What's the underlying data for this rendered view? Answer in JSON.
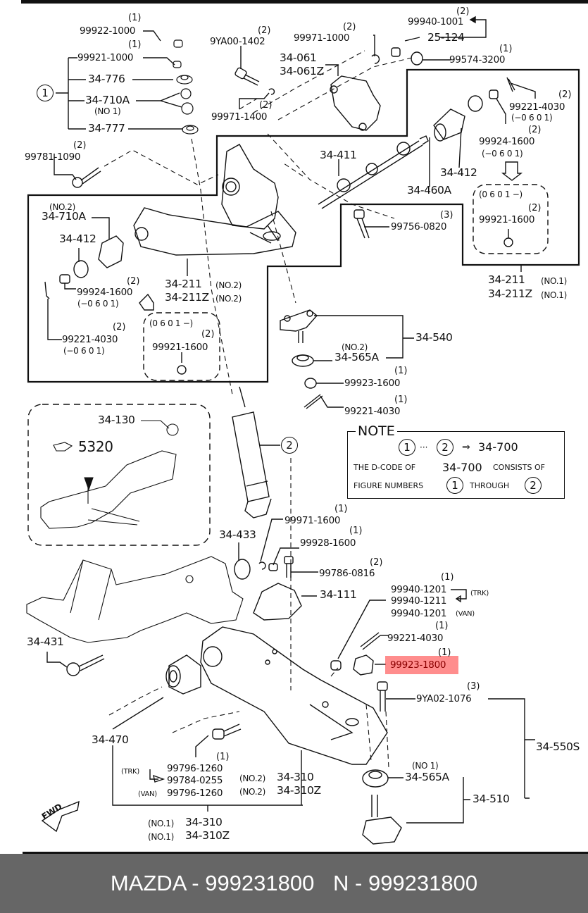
{
  "diagram": {
    "title": "Mazda front suspension parts diagram",
    "highlighted_part": "99923-1800",
    "highlight_color": "#ff5050",
    "labels": {
      "p99922_1000": "99922-1000",
      "q99922_1000": "(1)",
      "p99921_1000": "99921-1000",
      "q99921_1000": "(1)",
      "p34_776": "34-776",
      "p34_710a": "34-710A",
      "p34_710a_no": "(NO 1)",
      "p34_777": "34-777",
      "p99781_1090": "99781-1090",
      "q99781_1090": "(2)",
      "p9ya00_1402": "9YA00-1402",
      "q9ya00_1402": "(2)",
      "p99971_1400": "99971-1400",
      "q99971_1400": "(2)",
      "p99971_1000": "99971-1000",
      "q99971_1000": "(2)",
      "p34_061": "34-061",
      "p34_061z": "34-061Z",
      "p99940_1001": "99940-1001",
      "q99940_1001": "(2)",
      "p25_124": "25-124",
      "p99574_3200": "99574-3200",
      "q99574_3200": "(1)",
      "p99221_4030_r": "99221-4030",
      "q99221_4030_r": "(2)",
      "s99221_4030_r": "(−0 6 0 1)",
      "p99924_1600_r": "99924-1600",
      "q99924_1600_r": "(2)",
      "s99924_1600_r": "(−0 6 0 1)",
      "p34_411": "34-411",
      "p34_412_r": "34-412",
      "p34_460a": "34-460A",
      "box_r_serial": "(0 6 0 1 −)",
      "p99921_1600_r": "99921-1600",
      "q99921_1600_r": "(2)",
      "p34_211_no1": "34-211",
      "p34_211z_no1": "34-211Z",
      "no1_a": "(NO.1)",
      "no1_b": "(NO.1)",
      "p34_710a_no2_tag": "(NO.2)",
      "p34_710a_l": "34-710A",
      "p34_412_l": "34-412",
      "p99924_1600_l": "99924-1600",
      "q99924_1600_l": "(2)",
      "s99924_1600_l": "(−0 6 0 1)",
      "p99221_4030_l": "99221-4030",
      "q99221_4030_l": "(2)",
      "s99221_4030_l": "(−0 6 0 1)",
      "p34_211_no2": "34-211",
      "p34_211z_no2": "34-211Z",
      "no2_a": "(NO.2)",
      "no2_b": "(NO.2)",
      "box_l_serial": "(0 6 0 1 −)",
      "p99921_1600_l": "99921-1600",
      "q99921_1600_l": "(2)",
      "p99756_0820": "99756-0820",
      "q99756_0820": "(3)",
      "p34_540": "34-540",
      "p34_565a_no2_tag": "(NO.2)",
      "p34_565a_top": "34-565A",
      "p99923_1600": "99923-1600",
      "q99923_1600": "(1)",
      "p99221_4030_m": "99221-4030",
      "q99221_4030_m": "(1)",
      "p34_130": "34-130",
      "ref_5320": "5320",
      "p34_433": "34-433",
      "p99971_1600": "99971-1600",
      "q99971_1600": "(1)",
      "p99928_1600": "99928-1600",
      "q99928_1600": "(1)",
      "p99786_0816": "99786-0816",
      "q99786_0816": "(2)",
      "p34_111": "34-111",
      "p99940_1201": "99940-1201",
      "q99940_1201": "(1)",
      "p99940_1211": "99940-1211",
      "trk_tag_a": "(TRK)",
      "p99940_1201_van": "99940-1201",
      "van_tag_a": "(VAN)",
      "p99221_4030_b": "99221-4030",
      "q99221_4030_b": "(1)",
      "p99923_1800": "99923-1800",
      "q99923_1800": "(1)",
      "p34_431": "34-431",
      "p9ya02_1076": "9YA02-1076",
      "q9ya02_1076": "(3)",
      "p34_550s": "34-550S",
      "p34_470": "34-470",
      "p99796_1260": "99796-1260",
      "q99796_1260": "(1)",
      "trk_tag_b": "(TRK)",
      "p99784_0255": "99784-0255",
      "van_tag_b": "(VAN)",
      "p99796_1260_van": "99796-1260",
      "no2_c": "(NO.2)",
      "p34_310_no2": "34-310",
      "no2_d": "(NO.2)",
      "p34_310z_no2": "34-310Z",
      "no1_c": "(NO.1)",
      "p34_310_no1": "34-310",
      "no1_d": "(NO.1)",
      "p34_310z_no1": "34-310Z",
      "p34_565a_bot_tag": "(NO 1)",
      "p34_565a_bot": "34-565A",
      "p34_510": "34-510",
      "fig1": "1",
      "fig2": "2",
      "fwd": "FWD"
    },
    "note": {
      "title": "NOTE",
      "fig_from": "1",
      "fig_to": "2",
      "ellipsis": "···",
      "arrow": "⇒",
      "target": "34-700",
      "line2_prefix": "THE D-CODE OF",
      "line2_code": "34-700",
      "line2_suffix": "CONSISTS OF",
      "line3_prefix": "FIGURE NUMBERS",
      "line3_mid": "THROUGH"
    }
  },
  "footer": {
    "brand_part": "MAZDA - 999231800",
    "alt_part": "N - 999231800",
    "background": "#666666"
  }
}
